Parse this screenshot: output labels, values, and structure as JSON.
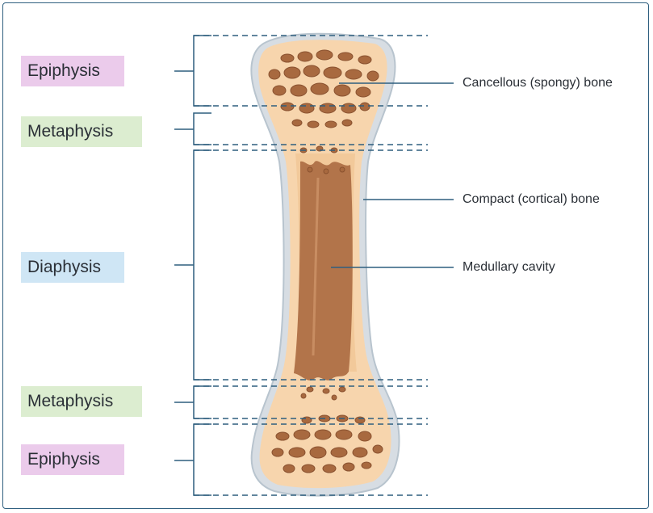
{
  "regions": {
    "epiphysis_top": {
      "label": "Epiphysis",
      "color": "#ebcbeb"
    },
    "metaphysis_top": {
      "label": "Metaphysis",
      "color": "#dcedd0"
    },
    "diaphysis": {
      "label": "Diaphysis",
      "color": "#cfe6f5"
    },
    "metaphysis_bottom": {
      "label": "Metaphysis",
      "color": "#dcedd0"
    },
    "epiphysis_bottom": {
      "label": "Epiphysis",
      "color": "#ebcbeb"
    }
  },
  "callouts": {
    "cancellous": "Cancellous (spongy) bone",
    "compact": "Compact (cortical) bone",
    "medullary": "Medullary cavity"
  },
  "colors": {
    "line": "#2f5f7f",
    "bone_fill": "#f7d5ad",
    "bone_outline": "#c9d3db",
    "cavity": "#b2744a",
    "spongy": "#a8693f"
  }
}
